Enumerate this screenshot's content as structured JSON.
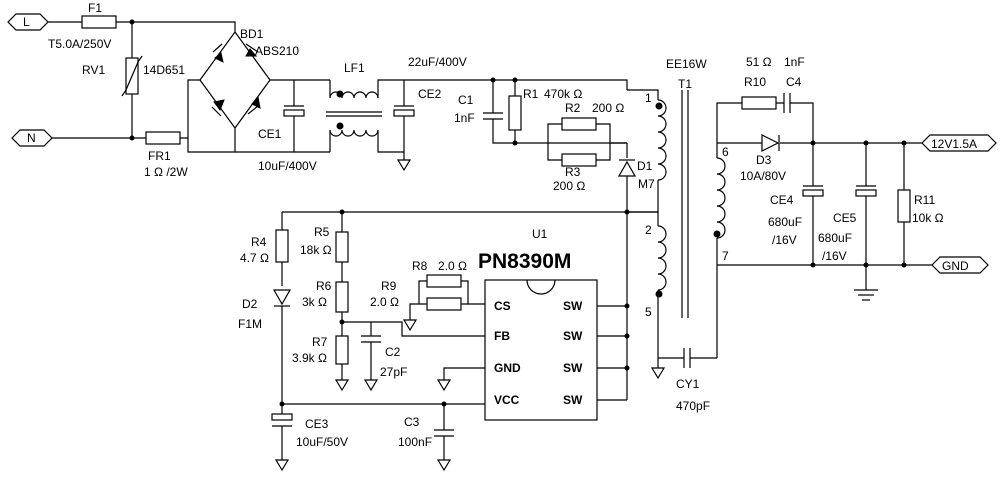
{
  "terminals": {
    "line": "L",
    "neutral": "N",
    "output_pos": "12V1.5A",
    "output_gnd": "GND"
  },
  "components": {
    "F1": {
      "ref": "F1",
      "value": "T5.0A/250V"
    },
    "RV1": {
      "ref": "RV1",
      "value": "14D651"
    },
    "BD1": {
      "ref": "BD1",
      "value": "ABS210"
    },
    "FR1": {
      "ref": "FR1",
      "value": "1 Ω /2W"
    },
    "CE1": {
      "ref": "CE1",
      "value": "10uF/400V"
    },
    "LF1": {
      "ref": "LF1"
    },
    "CE2": {
      "ref": "CE2",
      "value": "22uF/400V"
    },
    "C1": {
      "ref": "C1",
      "value": "1nF"
    },
    "R1": {
      "ref": "R1",
      "value": "470k Ω"
    },
    "R2": {
      "ref": "R2",
      "value": "200 Ω"
    },
    "R3": {
      "ref": "R3",
      "value": "200 Ω"
    },
    "D1": {
      "ref": "D1",
      "value": "M7"
    },
    "T1": {
      "ref": "T1",
      "value": "EE16W"
    },
    "R10": {
      "ref": "R10",
      "value": "51 Ω"
    },
    "C4": {
      "ref": "C4",
      "value": "1nF"
    },
    "D3": {
      "ref": "D3",
      "value": "10A/80V"
    },
    "CE4": {
      "ref": "CE4",
      "value": "680uF",
      "value2": "/16V"
    },
    "CE5": {
      "ref": "CE5",
      "value": "680uF",
      "value2": "/16V"
    },
    "R11": {
      "ref": "R11",
      "value": "10k Ω"
    },
    "U1": {
      "ref": "U1",
      "part": "PN8390M"
    },
    "R4": {
      "ref": "R4",
      "value": "4.7 Ω"
    },
    "R5": {
      "ref": "R5",
      "value": "18k Ω"
    },
    "R6": {
      "ref": "R6",
      "value": "3k Ω"
    },
    "R7": {
      "ref": "R7",
      "value": "3.9k Ω"
    },
    "R8": {
      "ref": "R8",
      "value": "2.0 Ω"
    },
    "R9": {
      "ref": "R9",
      "value": "2.0 Ω"
    },
    "C2": {
      "ref": "C2",
      "value": "27pF"
    },
    "C3": {
      "ref": "C3",
      "value": "100nF"
    },
    "D2": {
      "ref": "D2",
      "value": "F1M"
    },
    "CE3": {
      "ref": "CE3",
      "value": "10uF/50V"
    },
    "CY1": {
      "ref": "CY1",
      "value": "470pF"
    }
  },
  "ic_pins": {
    "cs": "CS",
    "fb": "FB",
    "gnd": "GND",
    "vcc": "VCC",
    "sw1": "SW",
    "sw2": "SW",
    "sw3": "SW",
    "sw4": "SW"
  },
  "transformer_pins": {
    "p1": "1",
    "p2": "2",
    "p5": "5",
    "p6": "6",
    "p7": "7"
  }
}
